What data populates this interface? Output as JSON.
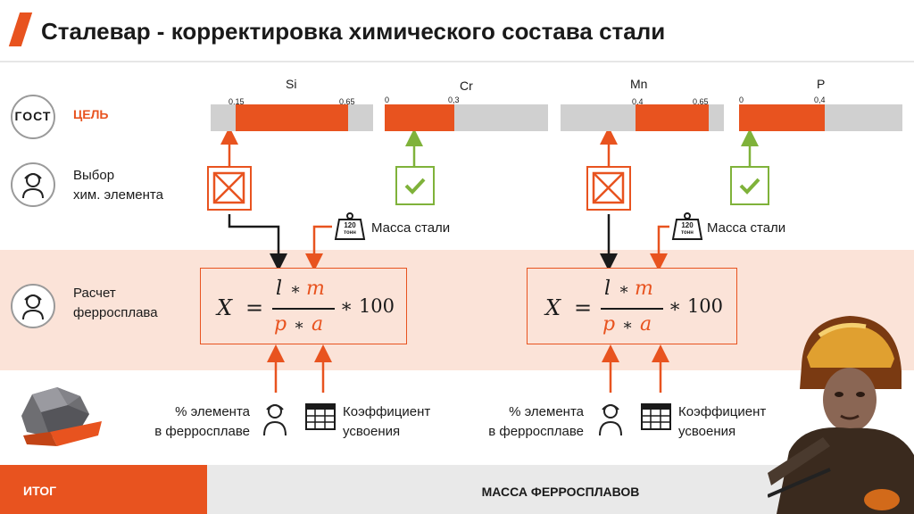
{
  "header": {
    "title": "Сталевар - корректировка химического состава стали"
  },
  "left_panel": {
    "gost_label": "ГОСТ",
    "target_label": "ЦЕЛЬ",
    "select_label_1": "Выбор",
    "select_label_2": "хим. элемента",
    "calc_label_1": "Расчет",
    "calc_label_2": "ферросплава"
  },
  "elements": [
    {
      "name": "Si",
      "min": "0,15",
      "max": "0,65",
      "status": "not-ok"
    },
    {
      "name": "Cr",
      "min": "0",
      "max": "0,3",
      "status": "ok"
    },
    {
      "name": "Mn",
      "min": "0,4",
      "max": "0,65",
      "status": "not-ok"
    },
    {
      "name": "P",
      "min": "0",
      "max": "0,4",
      "status": "ok"
    }
  ],
  "weight_icon_text": {
    "line1": "120",
    "line2": "тонн"
  },
  "mass_label": "Масса стали",
  "formula": {
    "lhs": "X",
    "eq": "=",
    "num_l": "l",
    "op": "∗",
    "num_m": "m",
    "den_p": "p",
    "den_a": "a",
    "mult": "∗ 100"
  },
  "inputs": {
    "percent_1": "% элемента",
    "percent_2": "в ферросплаве",
    "coef_1": "Коэффициент",
    "coef_2": "усвоения"
  },
  "footer": {
    "left": "ИТОГ",
    "right": "МАССА ФЕРРОСПЛАВОВ"
  },
  "colors": {
    "accent": "#e8531f",
    "ok": "#7fb23a",
    "bar_bg": "#d0d0d0",
    "calc_band": "#fbe3d8"
  }
}
